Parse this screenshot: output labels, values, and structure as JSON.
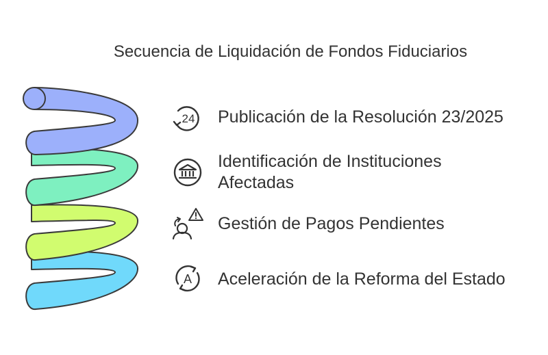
{
  "title": "Secuencia de Liquidación de Fondos Fiduciarios",
  "colors": {
    "coil_1": "#9cb0fb",
    "coil_2": "#7ef0c0",
    "coil_3": "#d1fc6f",
    "coil_4": "#70d9fb",
    "stroke": "#3a3a3a"
  },
  "steps": [
    {
      "label_line1": "Publicación de la Resolución 23/2025",
      "label_line2": "",
      "icon": "24-hours-icon",
      "icon_text": "24"
    },
    {
      "label_line1": "Identificación de Instituciones",
      "label_line2": "Afectadas",
      "icon": "institution-icon"
    },
    {
      "label_line1": "Gestión de Pagos Pendientes",
      "label_line2": "",
      "icon": "warning-person-icon"
    },
    {
      "label_line1": "Aceleración de la Reforma del Estado",
      "label_line2": "",
      "icon": "auto-cycle-icon",
      "icon_text": "A"
    }
  ]
}
